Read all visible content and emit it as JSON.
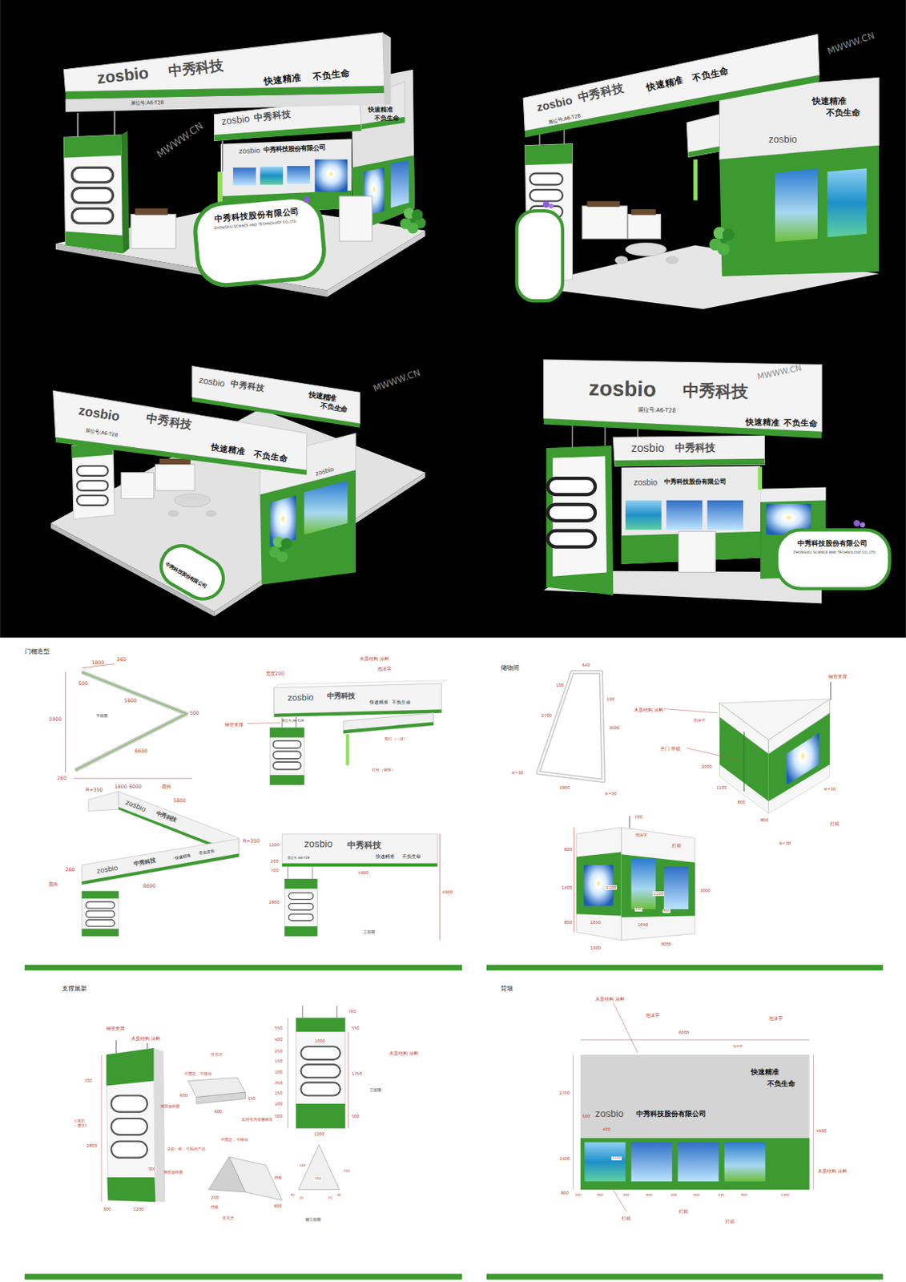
{
  "diagram": {
    "labels": [
      "zosbio",
      "中秀科技",
      "快速精准",
      "不负生命",
      "展位号:A6-T28",
      "zosbio",
      "中秀科技",
      "快速精准",
      "不负生命",
      "zosbio",
      "中秀科技股份有限公司",
      "中秀科技股份有限公司",
      "ZHONGXIU SCIENCE AND TECHNOLOGY CO.,LTD",
      "MWWW.CN",
      "zosbio",
      "中秀科技",
      "快速精准",
      "不负生命",
      "展位号:A6-T28",
      "快速精准",
      "不负生命",
      "zosbio",
      "MWWW.CN",
      "zosbio",
      "中秀科技",
      "展位号:A6-T28",
      "快速精准",
      "不负生命",
      "zosbio",
      "中秀科技",
      "快速精准",
      "不负生命",
      "zosbio",
      "中秀科技股份有限公司",
      "MWWW.CN",
      "zosbio",
      "中秀科技",
      "展位号:A6-T28",
      "快速精准",
      "不负生命",
      "zosbio",
      "中秀科技",
      "zosbio",
      "中秀科技股份有限公司",
      "中秀科技股份有限公司",
      "ZHONGXIU SCIENCE AND TECHNOLOGY CO.,LTD",
      "MWWW.CN",
      "门楣造型",
      "1800",
      "260",
      "500",
      "5900",
      "平面图",
      "5800",
      "500",
      "6600",
      "260",
      "6000",
      "宽度200",
      "木质结构 涂料",
      "泡沫字",
      "钢管支撑",
      "zosbio",
      "中秀科技",
      "快速精准",
      "不负生命",
      "展位号:A6-T28",
      "筒灯（一排）",
      "灯柱（钢管）",
      "R=350",
      "1800",
      "圆角",
      "5800",
      "R=350",
      "zosbio",
      "中秀科技",
      "6600",
      "260",
      "圆角",
      "zosbio",
      "中秀科技",
      "快速精准",
      "不负生命",
      "zosbio",
      "中秀科技",
      "快速精准",
      "不负生命",
      "展位号:A6-T28",
      "1200",
      "200",
      "700",
      "5900",
      "4900",
      "2800",
      "立面图",
      "储物间",
      "640",
      "100",
      "100",
      "2700",
      "3000",
      "R=30",
      "1900",
      "R=30",
      "钢管支撑",
      "木质结构 涂料",
      "泡沫字",
      "开门 带锁",
      "2000",
      "1100",
      "800",
      "800",
      "R=30",
      "灯箱",
      "R=30",
      "700",
      "泡沫字",
      "灯箱",
      "800",
      "1400",
      "800",
      "1100",
      "1100",
      "3000",
      "200",
      "900",
      "1050",
      "1050",
      "1900",
      "3000",
      "支撑展架",
      "钢管支撑",
      "木质结构 涂料",
      "700",
      "小筒灯 一层3个",
      "2800",
      "300",
      "300",
      "1200",
      "亚克力",
      "不固定，可移动",
      "600",
      "150",
      "600",
      "局部放样图",
      "此特形为等腰梯形",
      "不固定，可移动",
      "2面一样，可陈列产品",
      "挡板",
      "局部放样图",
      "250",
      "600",
      "挡板",
      "亚克力",
      "100",
      "150",
      "200",
      "30",
      "25",
      "25",
      "30",
      "侧立面图",
      "700",
      "550",
      "400",
      "250",
      "150",
      "100",
      "350",
      "150",
      "100",
      "500",
      "550",
      "1000",
      "木质结构 涂料",
      "1750",
      "立面图",
      "500",
      "1200",
      "背墙",
      "木质结构 涂料",
      "泡沫字",
      "泡沫字",
      "6000",
      "泡沫字",
      "快速精准",
      "不负生命",
      "zosbio",
      "中秀科技股份有限公司",
      "2700",
      "500",
      "400",
      "4900",
      "1400",
      "1100",
      "木质结构 涂料",
      "800",
      "100",
      "900",
      "330",
      "900",
      "330",
      "900",
      "330",
      "900",
      "1300",
      "灯箱",
      "灯箱",
      "灯箱"
    ]
  }
}
